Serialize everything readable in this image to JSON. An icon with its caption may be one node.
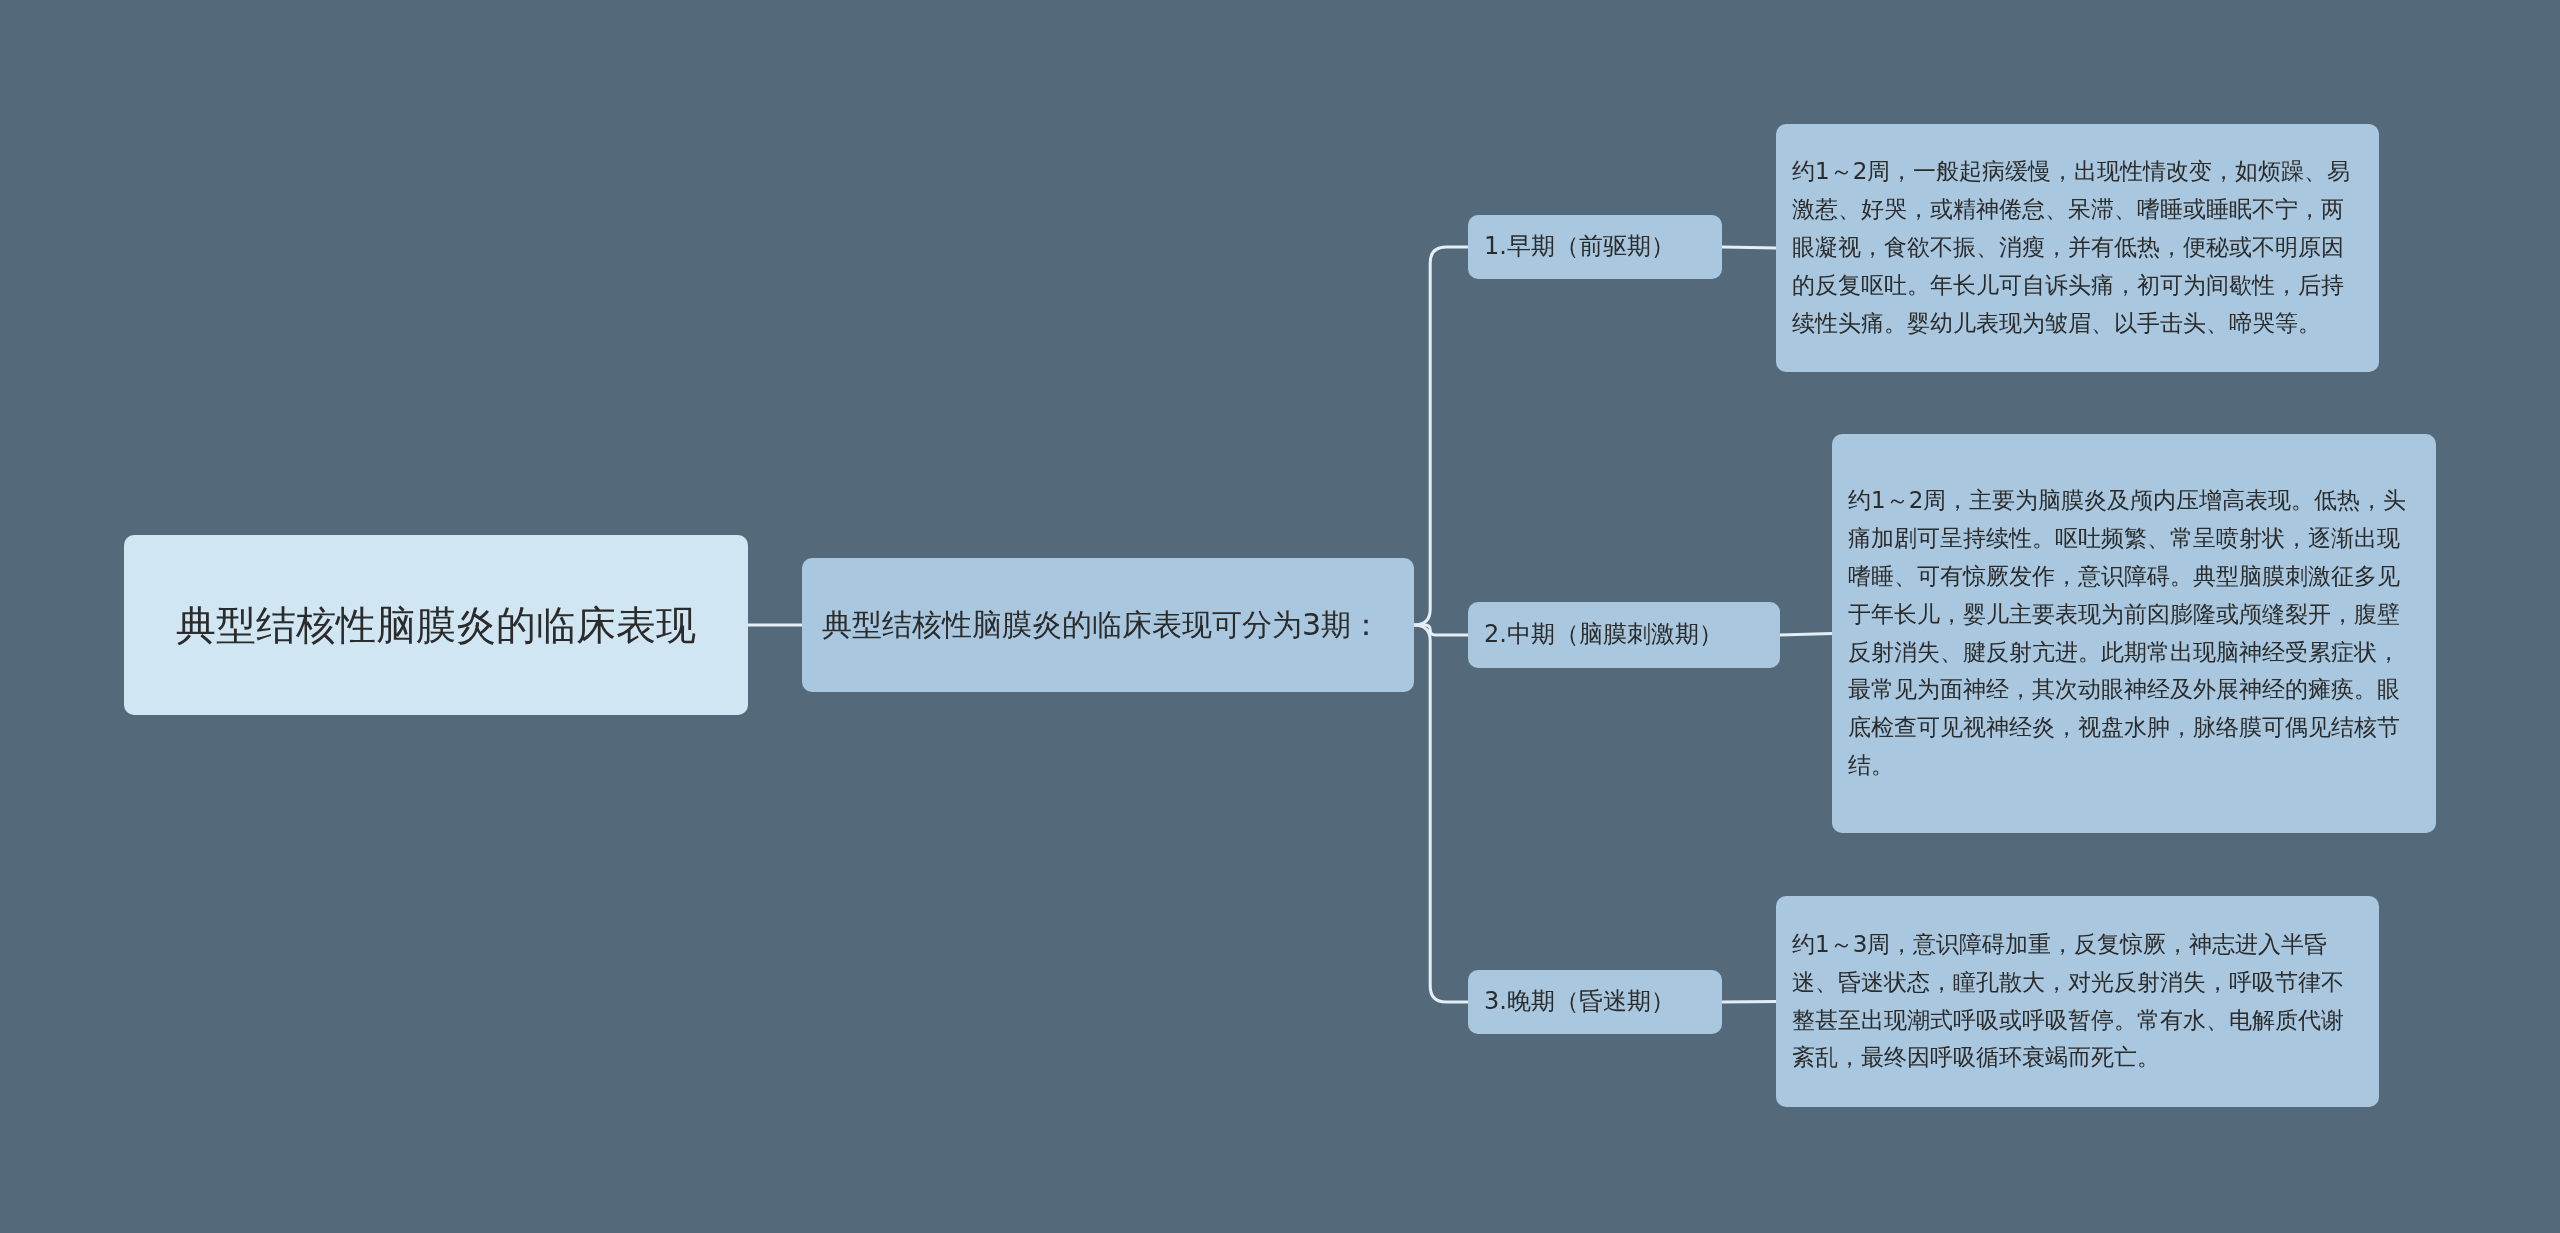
{
  "diagram": {
    "nodes": [
      {
        "text": [
          "典型结核性脑膜炎的临床表现"
        ]
      },
      {
        "text": [
          "典型结核性脑膜炎的临床表现可分为3期："
        ]
      },
      {
        "text": [
          "1.早期（前驱期）"
        ]
      },
      {
        "text": [
          "约1～2周，一般起病缓慢，出现性情改变，如烦躁、易激惹、好哭，或精神倦怠、呆滞、嗜睡或睡眠不宁，两眼凝视，食欲不振、消瘦，并有低热，便秘或不明原因的反复呕吐。年长儿可自诉头痛，初可为间歇性，后持续性头痛。婴幼儿表现为皱眉、以手击头、啼哭等。"
        ]
      },
      {
        "text": [
          "2.中期（脑膜刺激期）"
        ]
      },
      {
        "text": [
          "约1～2周，主要为脑膜炎及颅内压增高表现。低热，头痛加剧可呈持续性。呕吐频繁、常呈喷射状，逐渐出现嗜睡、可有惊厥发作，意识障碍。典型脑膜刺激征多见于年长儿，婴儿主要表现为前囟膨隆或颅缝裂开，腹壁反射消失、腱反射亢进。此期常出现脑神经受累症状，最常见为面神经，其次动眼神经及外展神经的瘫痪。眼底检查可见视神经炎，视盘水肿，脉络膜可偶见结核节结。"
        ]
      },
      {
        "text": [
          "3.晚期（昏迷期）"
        ]
      },
      {
        "text": [
          "约1～3周，意识障碍加重，反复惊厥，神志进入半昏迷、昏迷状态，瞳孔散大，对光反射消失，呼吸节律不整甚至出现潮式呼吸或呼吸暂停。常有水、电解质代谢紊乱，最终因呼吸循环衰竭而死亡。"
        ]
      }
    ],
    "edges": [
      {
        "from": 0,
        "to": 1,
        "arrow": "none"
      },
      {
        "from": 1,
        "to": 2,
        "arrow": "none"
      },
      {
        "from": 1,
        "to": 4,
        "arrow": "none"
      },
      {
        "from": 1,
        "to": 6,
        "arrow": "none"
      },
      {
        "from": 2,
        "to": 3,
        "arrow": "none"
      },
      {
        "from": 4,
        "to": 5,
        "arrow": "none"
      },
      {
        "from": 6,
        "to": 7,
        "arrow": "none"
      }
    ]
  }
}
